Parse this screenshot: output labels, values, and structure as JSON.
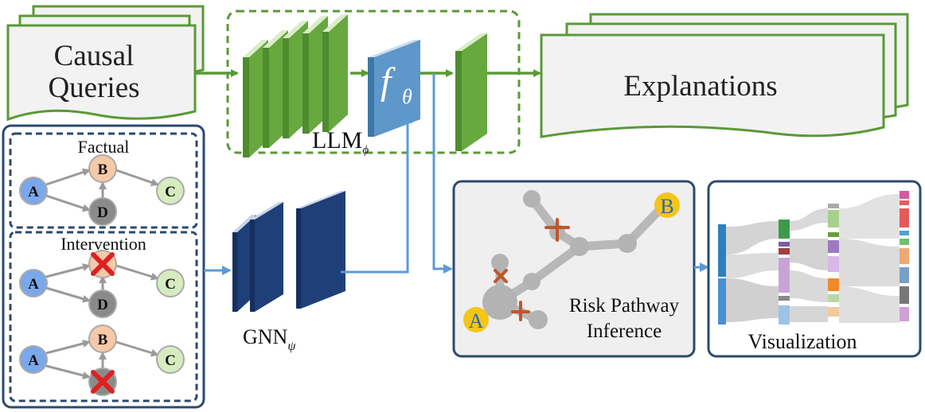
{
  "inputs": {
    "causal_queries_line1": "Causal",
    "causal_queries_line2": "Queries"
  },
  "llm": {
    "label_main": "LLM",
    "label_sub": "ϕ"
  },
  "head": {
    "label_main": "f",
    "label_sub": "θ"
  },
  "gnn": {
    "label_main": "GNN",
    "label_sub": "ψ"
  },
  "outputs": {
    "explanations": "Explanations"
  },
  "graph_panel": {
    "factual_title": "Factual",
    "intervention_title": "Intervention",
    "nodes": {
      "a": "A",
      "b": "B",
      "c": "C",
      "d": "D"
    }
  },
  "risk_panel": {
    "title_line1": "Risk Pathway",
    "title_line2": "Inference",
    "node_a": "A",
    "node_b": "B"
  },
  "viz_panel": {
    "title": "Visualization"
  },
  "colors": {
    "llm_green": "#5a9a36",
    "gnn_navy": "#1f3f78",
    "arrow_blue": "#5b9bd5",
    "panel_border": "#2b4a6e",
    "node_a": "#7aa8ea",
    "node_b": "#f7c9a8",
    "node_c": "#d6ecc0",
    "node_d": "#8a8a8a",
    "cross_red": "#e02020",
    "node_gold": "#f5c518"
  }
}
